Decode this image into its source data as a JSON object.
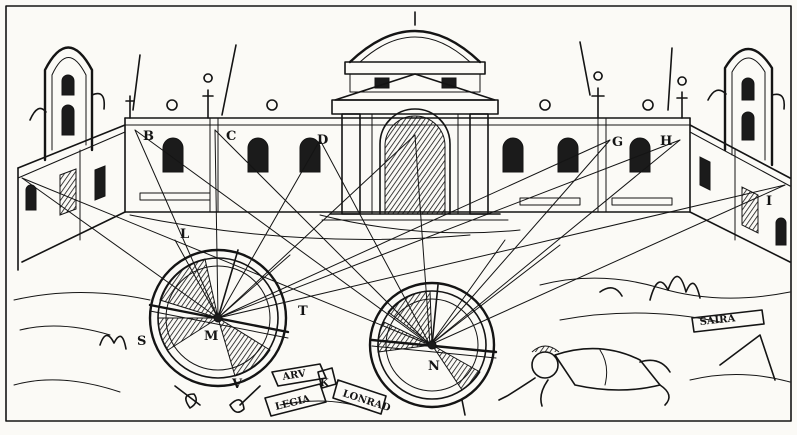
{
  "labels": {
    "B": "B",
    "C": "C",
    "D": "D",
    "G": "G",
    "H": "H",
    "I": "I",
    "L": "L",
    "S": "S",
    "M": "M",
    "T": "T",
    "N": "N",
    "V": "V"
  },
  "signs": {
    "arv": "ARV",
    "legia": "LEGIA",
    "k": "K",
    "lonrad": "LONRAD",
    "saira": "SAIRA"
  },
  "colors": {
    "ink": "#141414",
    "paper": "#fbfaf6"
  }
}
